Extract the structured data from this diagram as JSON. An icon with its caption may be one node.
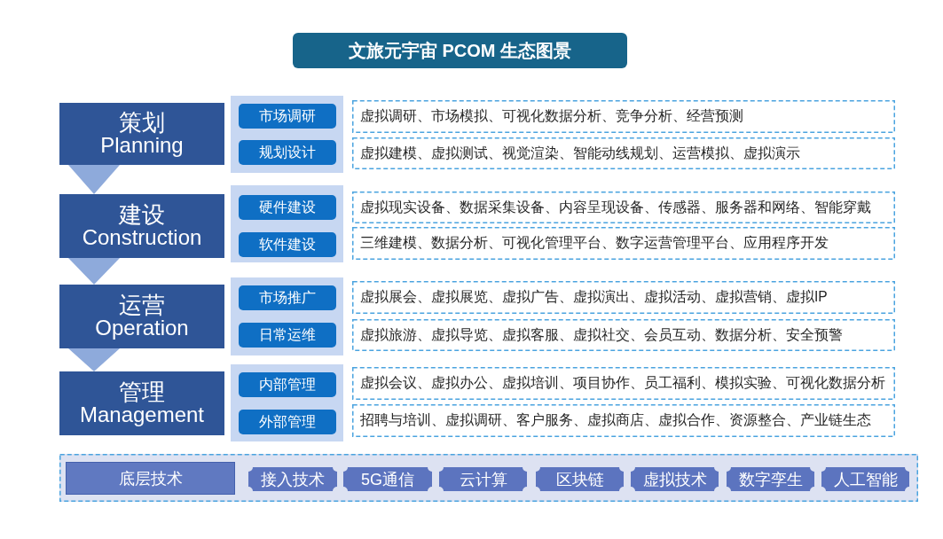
{
  "diagram": {
    "title": "文旅元宇宙 PCOM 生态图景",
    "nodes": [
      {
        "text": [
          "策划",
          "Planning"
        ]
      },
      {
        "text": [],
        "shape": "box"
      },
      {
        "text": [
          "市场调研"
        ],
        "in": 1
      },
      {
        "text": [
          "规划设计"
        ],
        "in": 1
      },
      {
        "text": [
          "虚拟调研、市场模拟、可视化数据分析、竞争分析、经营预测"
        ]
      },
      {
        "text": [
          "虚拟建模、虚拟测试、视觉渲染、智能动线规划、运营模拟、虚拟演示"
        ]
      },
      {
        "text": [
          "建设",
          "Construction"
        ]
      },
      {
        "text": [],
        "shape": "box"
      },
      {
        "text": [
          "硬件建设"
        ],
        "in": 7
      },
      {
        "text": [
          "软件建设"
        ],
        "in": 7
      },
      {
        "text": [
          "虚拟现实设备、数据采集设备、内容呈现设备、传感器、服务器和网络、智能穿戴"
        ]
      },
      {
        "text": [
          "三维建模、数据分析、可视化管理平台、数字运营管理平台、应用程序开发"
        ]
      },
      {
        "text": [
          "运营",
          "Operation"
        ]
      },
      {
        "text": [],
        "shape": "box"
      },
      {
        "text": [
          "市场推广"
        ],
        "in": 13
      },
      {
        "text": [
          "日常运维"
        ],
        "in": 13
      },
      {
        "text": [
          "虚拟展会、虚拟展览、虚拟广告、虚拟演出、虚拟活动、虚拟营销、虚拟IP"
        ]
      },
      {
        "text": [
          "虚拟旅游、虚拟导览、虚拟客服、虚拟社交、会员互动、数据分析、安全预警"
        ]
      },
      {
        "text": [
          "管理",
          "Management"
        ]
      },
      {
        "text": [],
        "shape": "box"
      },
      {
        "text": [
          "内部管理"
        ],
        "in": 19
      },
      {
        "text": [
          "外部管理"
        ],
        "in": 19
      },
      {
        "text": [
          "虚拟会议、虚拟办公、虚拟培训、项目协作、员工福利、模拟实验、可视化数据分析"
        ]
      },
      {
        "text": [
          "招聘与培训、虚拟调研、客户服务、虚拟商店、虚拟合作、资源整合、产业链生态"
        ]
      },
      {
        "text": [],
        "shape": "box"
      },
      {
        "text": [
          "底层技术"
        ],
        "in": 24
      },
      {
        "text": [
          "接入技术"
        ],
        "in": 24
      },
      {
        "text": [
          "5G通信"
        ],
        "in": 24
      },
      {
        "text": [
          "云计算"
        ],
        "in": 24
      },
      {
        "text": [
          "区块链"
        ],
        "in": 24
      },
      {
        "text": [
          "虚拟技术"
        ],
        "in": 24
      },
      {
        "text": [
          "数字孪生"
        ],
        "in": 24
      },
      {
        "text": [
          "人工智能"
        ],
        "in": 24
      }
    ],
    "edges": [
      {
        "from": 0,
        "to": 6,
        "arrow": "to"
      },
      {
        "from": 6,
        "to": 12,
        "arrow": "to"
      },
      {
        "from": 12,
        "to": 18,
        "arrow": "to"
      }
    ]
  }
}
